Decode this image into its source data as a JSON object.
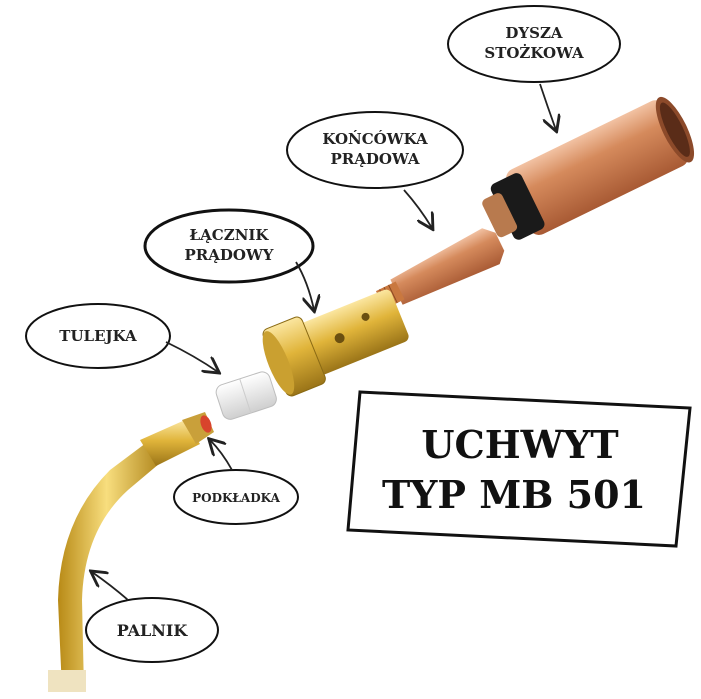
{
  "title": {
    "line1": "UCHWYT",
    "line2": "TYP MB 501"
  },
  "labels": {
    "dysza_line1": "DYSZA",
    "dysza_line2": "STOŻKOWA",
    "koncowka_line1": "KOŃCÓWKA",
    "koncowka_line2": "PRĄDOWA",
    "lacznik_line1": "ŁĄCZNIK",
    "lacznik_line2": "PRĄDOWY",
    "tulejka": "TULEJKA",
    "podkladka": "PODKŁADKA",
    "palnik": "PALNIK"
  },
  "colors": {
    "copper": "#d58a5c",
    "brass": "#e0b43a",
    "insulator": "#1a1a1a",
    "sleeve": "#eeeeee",
    "washer": "#d8442c"
  }
}
